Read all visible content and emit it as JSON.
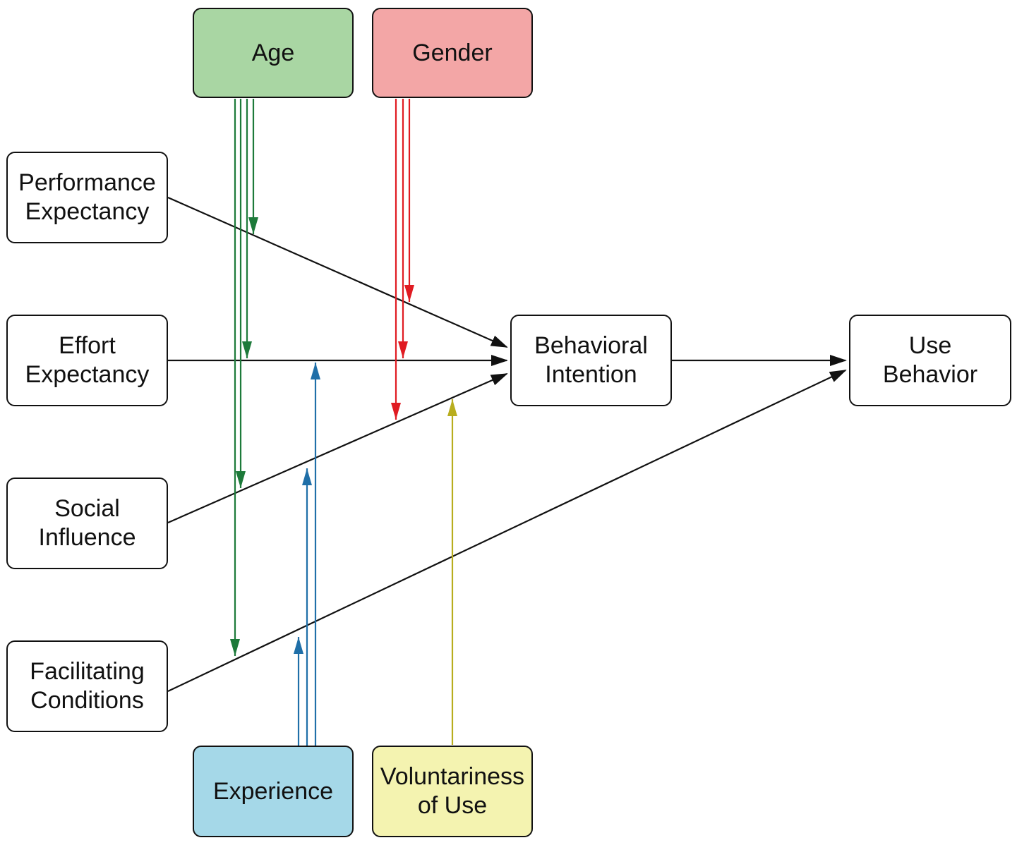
{
  "colors": {
    "age": "#1d7a3a",
    "gender": "#e01b22",
    "experience": "#1f6fa8",
    "voluntariness": "#b8ad1e",
    "main": "#111111",
    "age_fill": "#a9d6a3",
    "gender_fill": "#f3a6a6",
    "experience_fill": "#a5d8e8",
    "voluntariness_fill": "#f4f3b0"
  },
  "nodes": {
    "age": {
      "lines": [
        "Age"
      ]
    },
    "gender": {
      "lines": [
        "Gender"
      ]
    },
    "performance_expectancy": {
      "lines": [
        "Performance",
        "Expectancy"
      ]
    },
    "effort_expectancy": {
      "lines": [
        "Effort",
        "Expectancy"
      ]
    },
    "social_influence": {
      "lines": [
        "Social",
        "Influence"
      ]
    },
    "facilitating_conditions": {
      "lines": [
        "Facilitating",
        "Conditions"
      ]
    },
    "behavioral_intention": {
      "lines": [
        "Behavioral",
        "Intention"
      ]
    },
    "use_behavior": {
      "lines": [
        "Use",
        "Behavior"
      ]
    },
    "experience": {
      "lines": [
        "Experience"
      ]
    },
    "voluntariness": {
      "lines": [
        "Voluntariness",
        "of Use"
      ]
    }
  }
}
